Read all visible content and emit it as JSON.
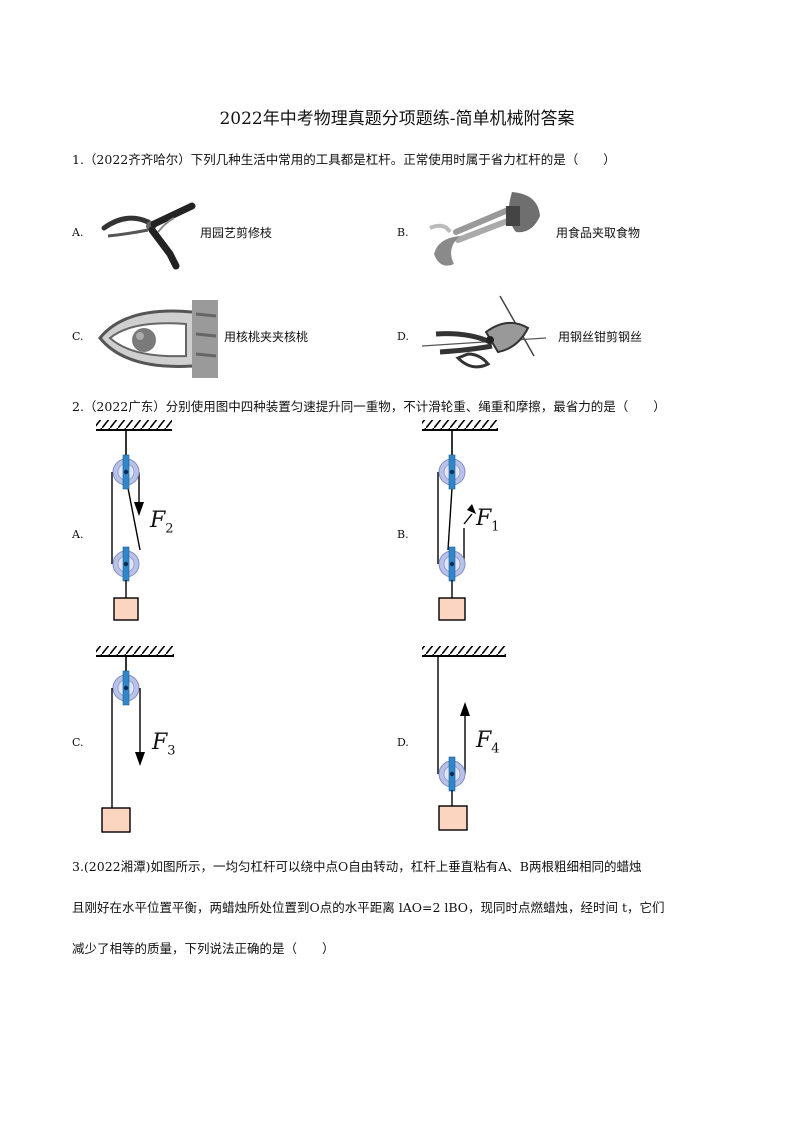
{
  "title": "2022年中考物理真题分项题练-简单机械附答案",
  "q1": {
    "stem": "1.（2022齐齐哈尔）下列几种生活中常用的工具都是杠杆。正常使用时属于省力杠杆的是（　　）",
    "options": [
      {
        "letter": "A.",
        "caption": "用园艺剪修枝"
      },
      {
        "letter": "B.",
        "caption": "用食品夹取食物"
      },
      {
        "letter": "C.",
        "caption": "用核桃夹夹核桃"
      },
      {
        "letter": "D.",
        "caption": "用钢丝钳剪钢丝"
      }
    ]
  },
  "q2": {
    "stem": "2.（2022广东）分别使用图中四种装置匀速提升同一重物，不计滑轮重、绳重和摩擦，最省力的是（　　）",
    "options": [
      {
        "letter": "A.",
        "force": "F",
        "sub": "2"
      },
      {
        "letter": "B.",
        "force": "F",
        "sub": "1"
      },
      {
        "letter": "C.",
        "force": "F",
        "sub": "3"
      },
      {
        "letter": "D.",
        "force": "F",
        "sub": "4"
      }
    ]
  },
  "q3": {
    "line1": "3.(2022湘潭)如图所示，一均匀杠杆可以绕中点O自由转动，杠杆上垂直粘有A、B两根粗细相同的蜡烛",
    "line2": "且刚好在水平位置平衡，两蜡烛所处位置到O点的水平距离 lAO=2 lBO，现同时点燃蜡烛，经时间 t，它们",
    "line3": "减少了相等的质量，下列说法正确的是（　　）"
  },
  "colors": {
    "pulley_outer": "#b9c2e6",
    "pulley_axle": "#2f86c8",
    "block": "#fbd5bf"
  }
}
